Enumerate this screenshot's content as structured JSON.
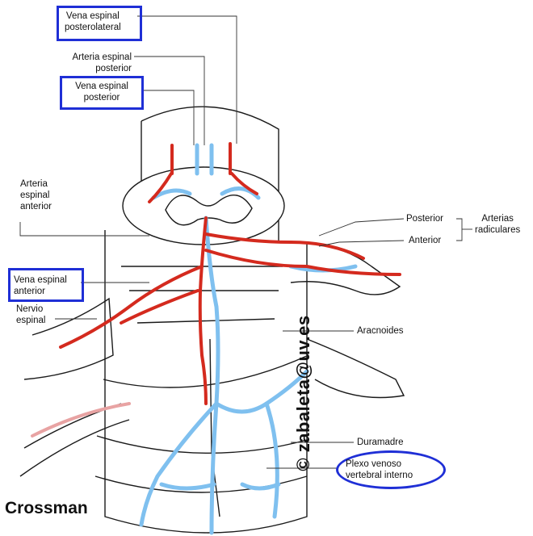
{
  "labels": {
    "vena_espinal_posterolateral": [
      "Vena espinal",
      "posterolateral"
    ],
    "arteria_espinal_posterior": [
      "Arteria espinal",
      "posterior"
    ],
    "vena_espinal_posterior": [
      "Vena espinal",
      "posterior"
    ],
    "arteria_espinal_anterior": [
      "Arteria",
      "espinal",
      "anterior"
    ],
    "vena_espinal_anterior": [
      "Vena espinal",
      "anterior"
    ],
    "nervio_espinal": [
      "Nervio",
      "espinal"
    ],
    "posterior": "Posterior",
    "anterior": "Anterior",
    "arterias_radiculares": [
      "Arterias",
      "radiculares"
    ],
    "aracnoides": "Aracnoides",
    "duramadre": "Duramadre",
    "plexo_venoso_vertebral_interno": [
      "Plexo venoso",
      "vertebral interno"
    ]
  },
  "watermark": "© zabaleta@uv.es",
  "credit": "Crossman",
  "colors": {
    "artery": "#d42a1e",
    "vein": "#7fc0ef",
    "highlight": "#1f2fd6",
    "outline": "#1a1a1a"
  }
}
